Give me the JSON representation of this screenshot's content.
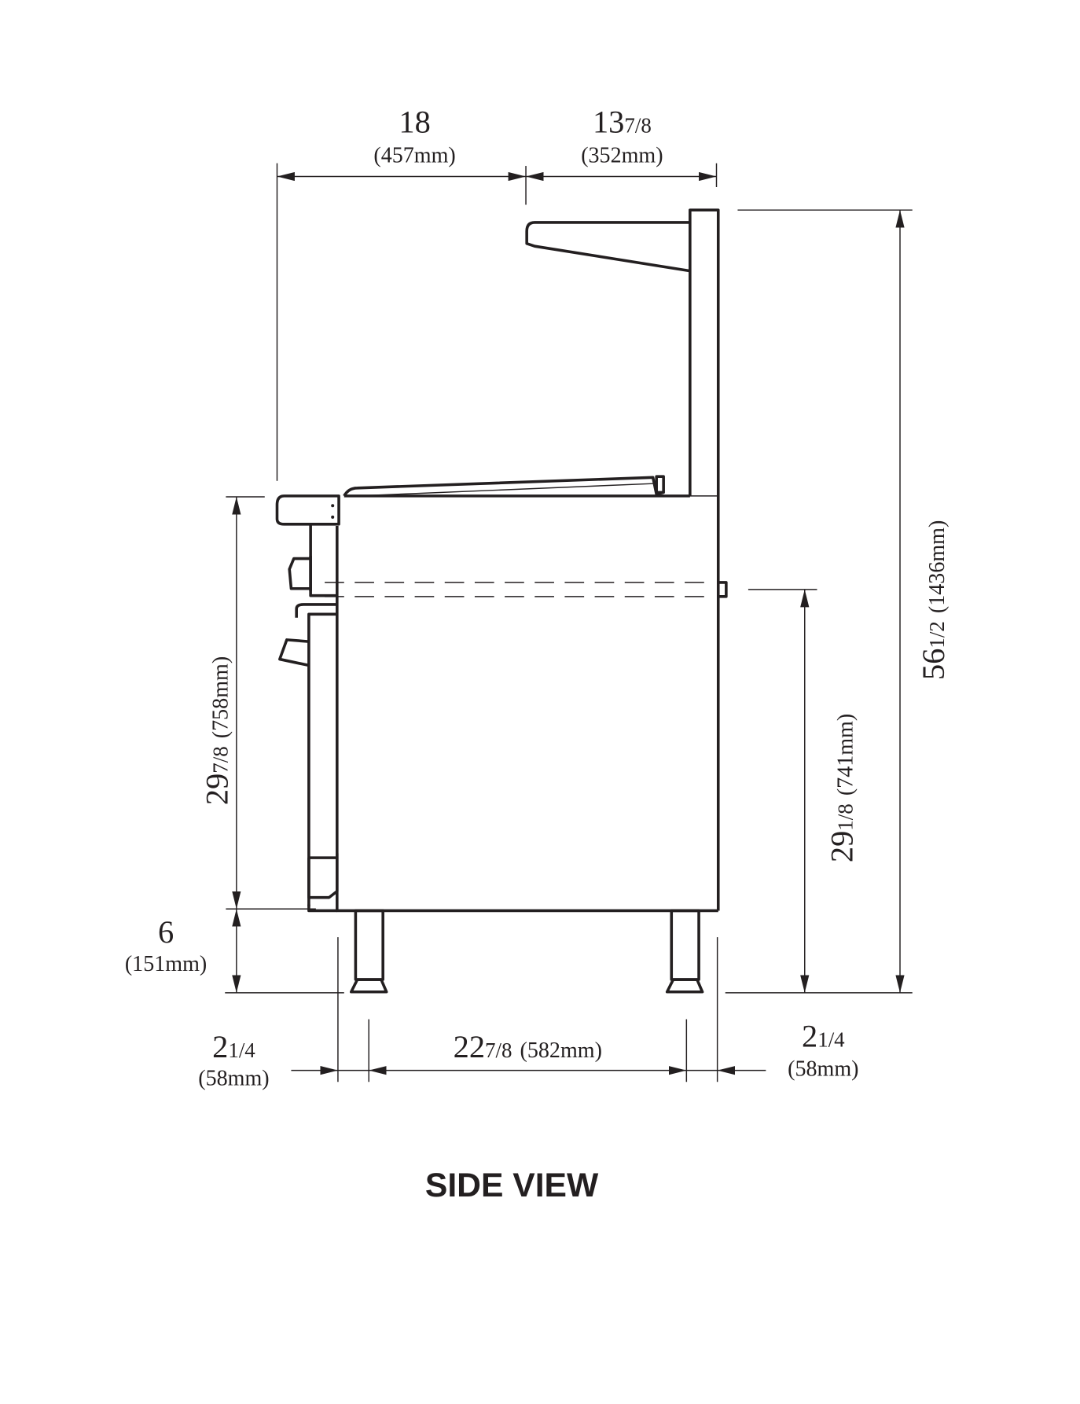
{
  "title": "SIDE VIEW",
  "dimensions": {
    "top_left": {
      "whole": "18",
      "frac": "",
      "mm": "(457mm)"
    },
    "top_right": {
      "whole": "13",
      "frac": "7/8",
      "mm": "(352mm)"
    },
    "overall_height": {
      "whole": "56",
      "frac": "1/2",
      "mm": "(1436mm)"
    },
    "front_height": {
      "whole": "29",
      "frac": "7/8",
      "mm": "(758mm)"
    },
    "rear_height": {
      "whole": "29",
      "frac": "1/8",
      "mm": "(741mm)"
    },
    "leg_height": {
      "whole": "6",
      "frac": "",
      "mm": "(151mm)"
    },
    "leg_offset_front": {
      "whole": "2",
      "frac": "1/4",
      "mm": "(58mm)"
    },
    "leg_spacing": {
      "whole": "22",
      "frac": "7/8",
      "mm": "(582mm)"
    },
    "leg_offset_rear": {
      "whole": "2",
      "frac": "1/4",
      "mm": "(58mm)"
    }
  }
}
